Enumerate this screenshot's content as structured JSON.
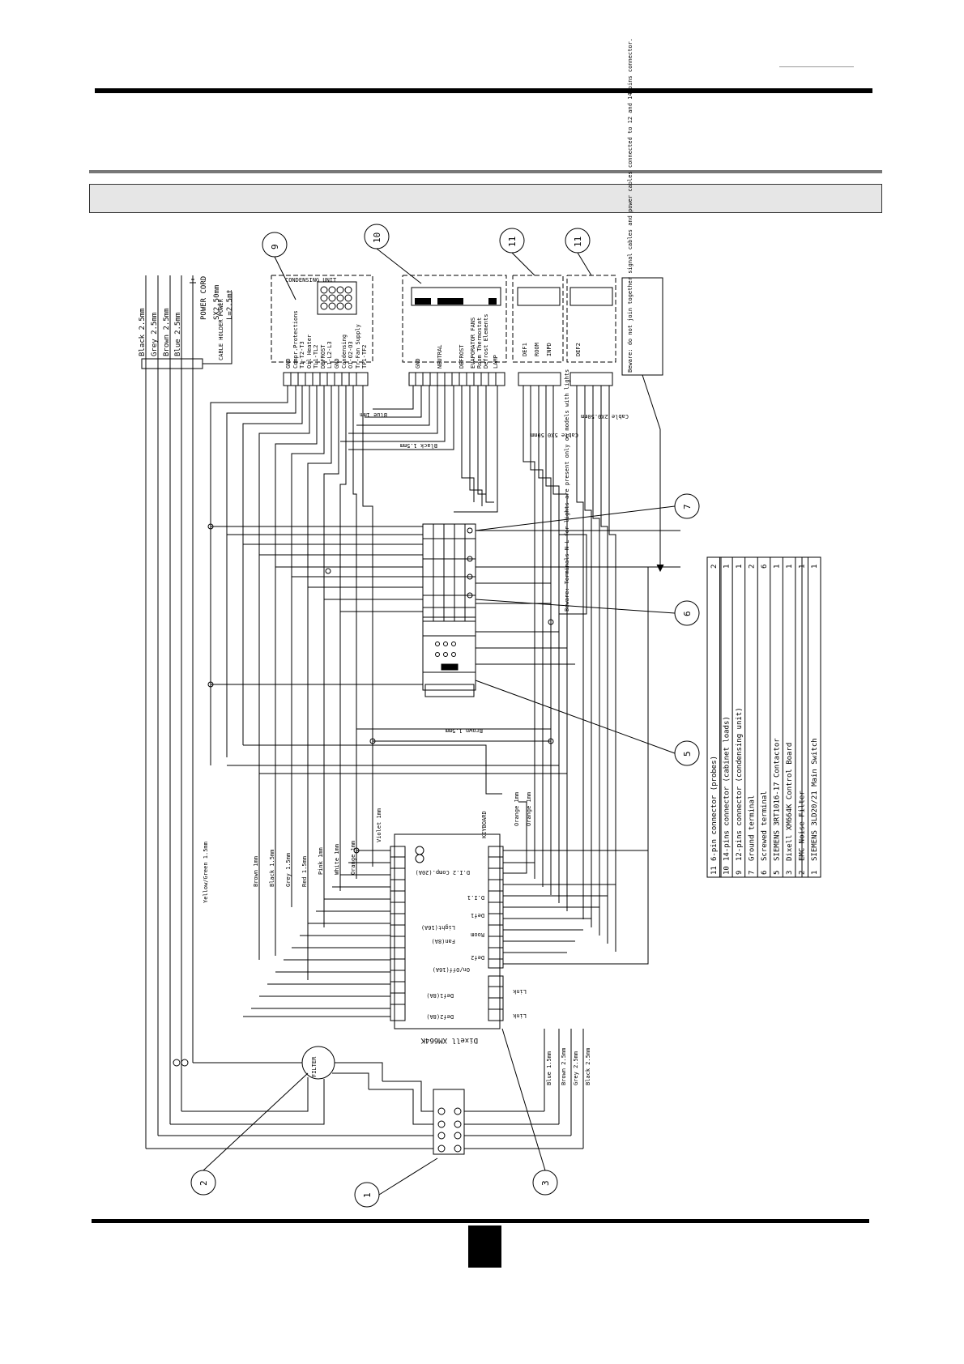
{
  "diagram": {
    "power_cord": {
      "title": "POWER CORD",
      "spec": "SX2.50mm",
      "length": "L=2.5mt",
      "cable_holder": "CABLE HOLDER POWER",
      "wires": [
        "Black 2.5mm",
        "Grey 2.5mm",
        "Brown 2.5mm",
        "Blue 2.5mm"
      ]
    },
    "condensing_unit": {
      "title": "CONDENSING UNIT",
      "labels": [
        "GND",
        "Compr.Protections",
        "T1-T2-T3",
        "Oil Heater",
        "TL1-TL2",
        "DEFROST",
        "L1-L2-L3",
        "GND",
        "Condensing",
        "O1-O2-O3",
        "Tr-Fan Supply",
        "TF1-TF2"
      ]
    },
    "evap_box": {
      "labels": [
        "GND",
        "NEUTRAL",
        "DEFROST",
        "EVAPORATOR FANS",
        "Room Thermostat",
        "Defrost Elements",
        "LAMP"
      ]
    },
    "probe1_box": {
      "labels": [
        "DEF1",
        "ROOM",
        "INPD"
      ]
    },
    "probe2_box": {
      "labels": [
        "DEF2"
      ]
    },
    "note": "Beware: do not join together signal cables and power cables connected to 12 and 14-pins connector.",
    "wire_labels": {
      "blue": "Blue 1mm",
      "black": "Black 1.5mm",
      "cable1": "Cable 5X0.50mm",
      "cable2": "Cable 2X0.50mm",
      "brown": "Brown 1.5mm",
      "yellow_green": "Yellow/Green 1.5mm",
      "brown1": "Brown 1mm",
      "black15": "Black 1.5mm",
      "grey15": "Grey 1.5mm",
      "red15": "Red 1.5mm",
      "pink": "Pink 1mm",
      "white": "White 1mm",
      "orange": "Orange 1mm",
      "violet": "Violet 1mm",
      "orange_a": "Orange 1mm",
      "orange_b": "Orange 1mm",
      "out_blue": "Blue 1.5mm",
      "out_brown": "Brown 2.5mm",
      "out_grey": "Grey 2.5mm",
      "out_black": "Black 2.5mm"
    },
    "terminal_note": "Beware: Terminals N-L for lights are present only on models with lights",
    "controller": {
      "name": "Dixell XM664K",
      "keyboard": "KEYBOARD",
      "outputs": [
        "D.I.2 Comp.(20A)",
        "D.I.1",
        "Light(16A)",
        "Fan(8A)",
        "On/Off(16A)",
        "Def1(8A)",
        "Def2(8A)",
        "Def1",
        "Room",
        "Def2",
        "Link",
        "Link"
      ]
    },
    "callouts": [
      "1",
      "2",
      "3",
      "5",
      "6",
      "7",
      "9",
      "10",
      "11",
      "11"
    ],
    "filter_label": "FILTER"
  },
  "legend": {
    "rows": [
      {
        "pos": "11",
        "desc": "6-pin connector (probes)",
        "qty": "2"
      },
      {
        "pos": "10",
        "desc": "14-pins connector (cabinet loads)",
        "qty": "1"
      },
      {
        "pos": "9",
        "desc": "12-pins connector (condensing unit)",
        "qty": "1"
      },
      {
        "pos": "7",
        "desc": "Ground terminal",
        "qty": "2"
      },
      {
        "pos": "6",
        "desc": "Screwed terminal",
        "qty": "6"
      },
      {
        "pos": "5",
        "desc": "SIEMENS 3RT1016-17 Contactor",
        "qty": "1"
      },
      {
        "pos": "3",
        "desc": "Dixell XM664K Control Board",
        "qty": "1"
      },
      {
        "pos": "2",
        "desc": "EMC Noise Filter",
        "qty": "1"
      },
      {
        "pos": "1",
        "desc": "SIEMENS 3LD20/21 Main Switch",
        "qty": "1"
      }
    ]
  }
}
